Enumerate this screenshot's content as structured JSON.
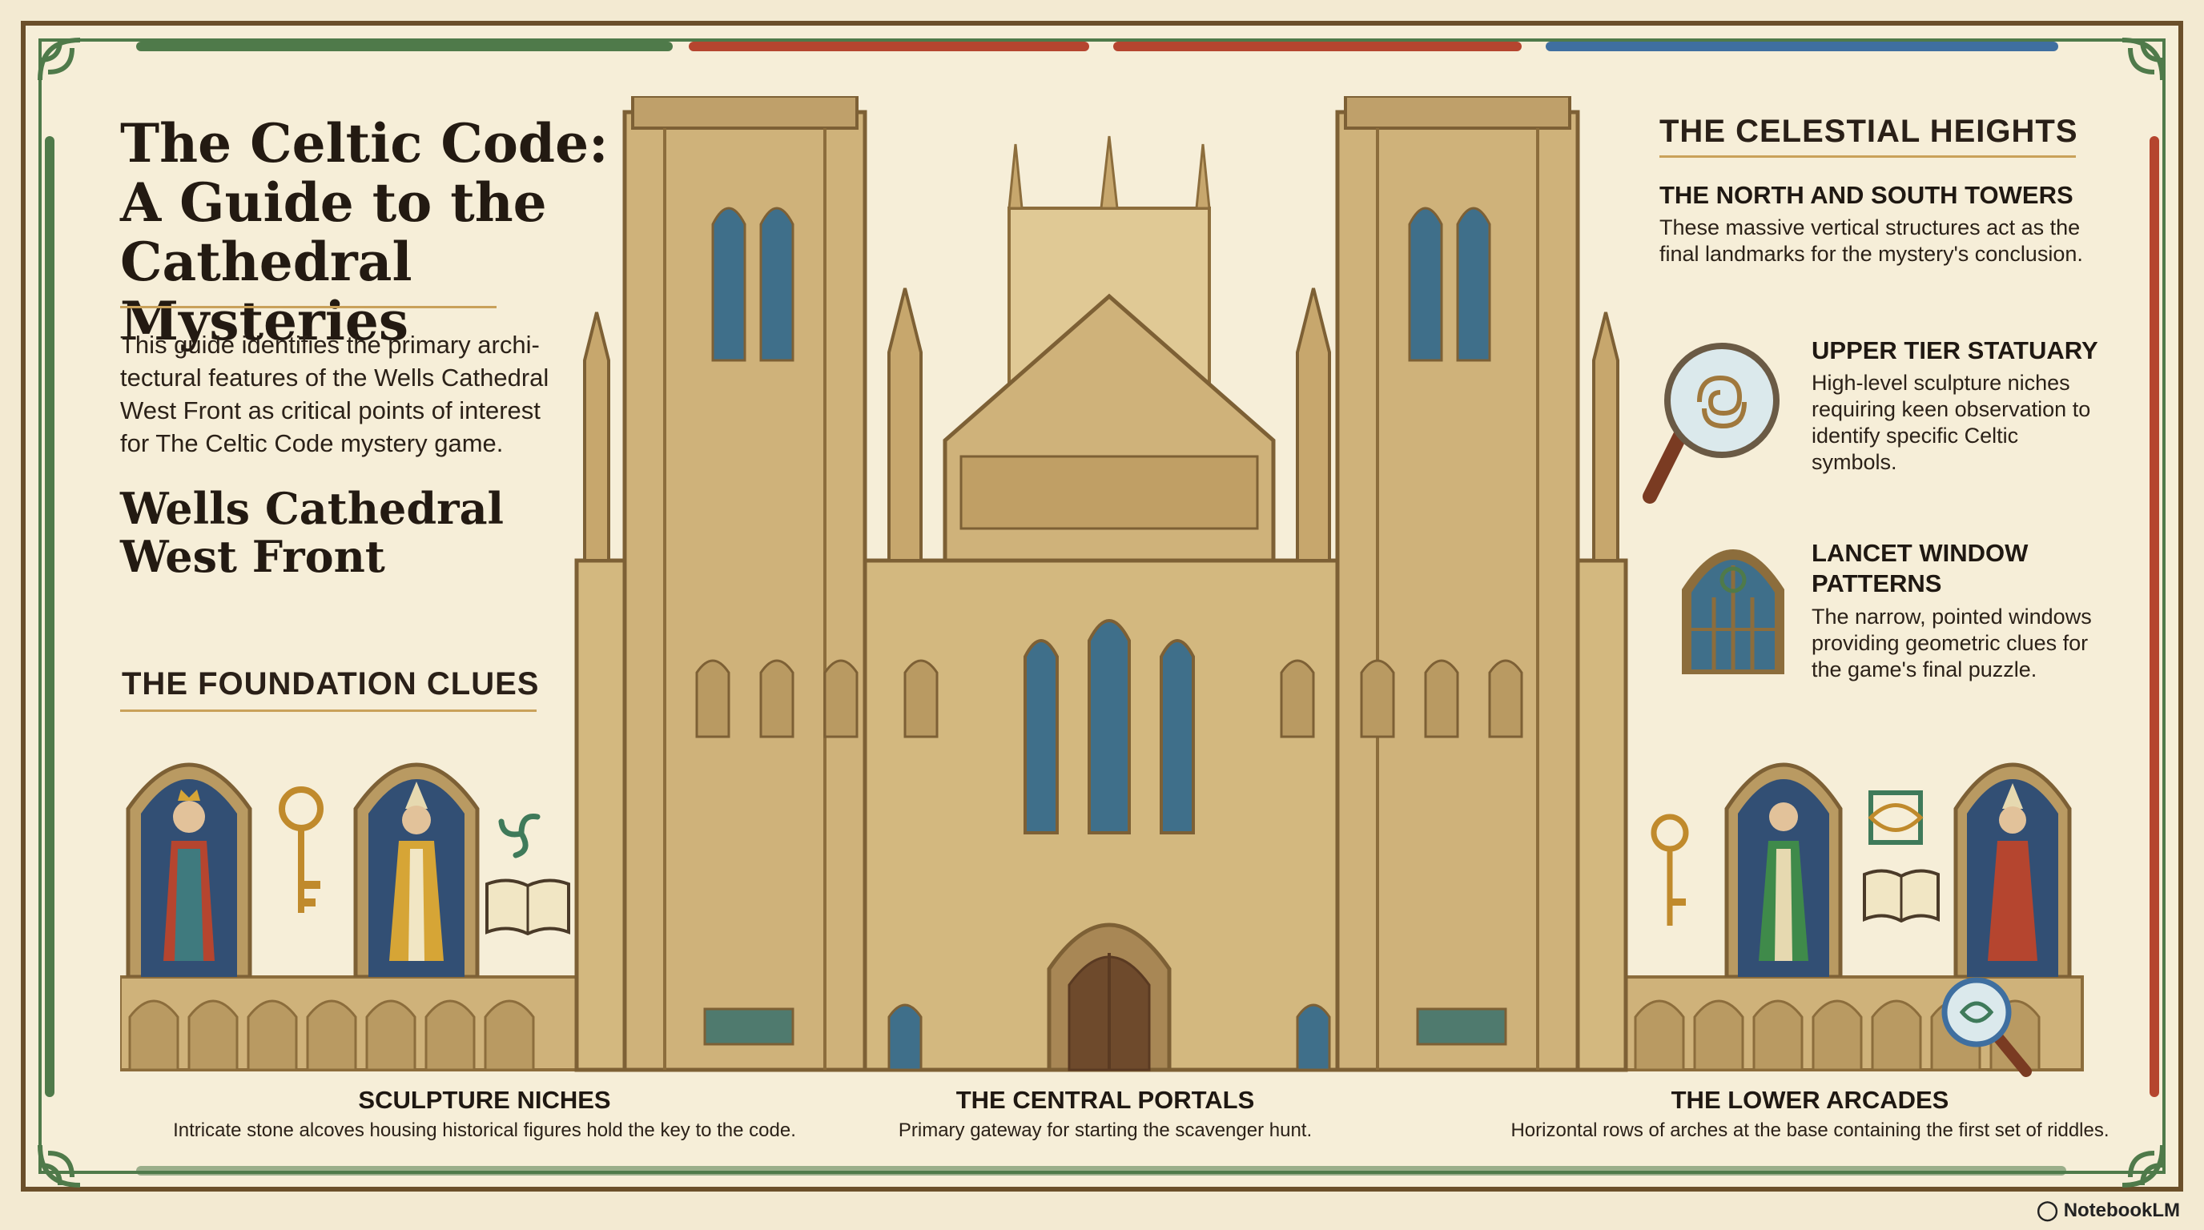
{
  "title": {
    "line1": "The Celtic Code:",
    "line2": "A Guide to the",
    "line3": "Cathedral Mysteries"
  },
  "intro": {
    "line1": "This guide identifies the primary archi-",
    "line2": "tectural features of the Wells Cathedral",
    "line3": "West Front as critical points of interest",
    "line4": "for The Celtic Code mystery game."
  },
  "subtitle": {
    "line1": "Wells Cathedral",
    "line2": "West Front"
  },
  "foundation": {
    "heading": "THE FOUNDATION CLUES"
  },
  "celestial": {
    "heading": "THE CELESTIAL HEIGHTS",
    "towers": {
      "heading": "THE NORTH AND SOUTH TOWERS",
      "line1": "These massive vertical structures act as the",
      "line2": "final landmarks for the mystery's conclusion."
    },
    "statuary": {
      "heading": "UPPER TIER STATUARY",
      "line1": "High-level sculpture niches",
      "line2": "requiring keen observation to",
      "line3": "identify specific Celtic",
      "line4": "symbols."
    },
    "lancet": {
      "heading1": "LANCET WINDOW",
      "heading2": "PATTERNS",
      "line1": "The narrow, pointed windows",
      "line2": "providing geometric clues for",
      "line3": "the game's final puzzle."
    }
  },
  "captions": {
    "niches": {
      "heading": "SCULPTURE NICHES",
      "desc": "Intricate stone alcoves housing historical figures hold the key to the code."
    },
    "portals": {
      "heading": "THE CENTRAL PORTALS",
      "desc": "Primary gateway for starting the scavenger hunt."
    },
    "arcades": {
      "heading": "THE LOWER ARCADES",
      "desc": "Horizontal rows of arches at the base containing the first set of riddles."
    }
  },
  "brand": {
    "label": "NotebookLM"
  },
  "colors": {
    "stone": "#cfb27a",
    "stone_dark": "#8c6d3c",
    "glass": "#3f6f8a",
    "frame_green": "#4f7a4a",
    "frame_red": "#b5452f",
    "frame_blue": "#3f6fa0",
    "gold_rule": "#c9a15a"
  },
  "icons": [
    "celtic-knot-icon",
    "key-icon",
    "book-icon",
    "magnifier-icon",
    "lancet-window-icon",
    "triskele-icon"
  ]
}
